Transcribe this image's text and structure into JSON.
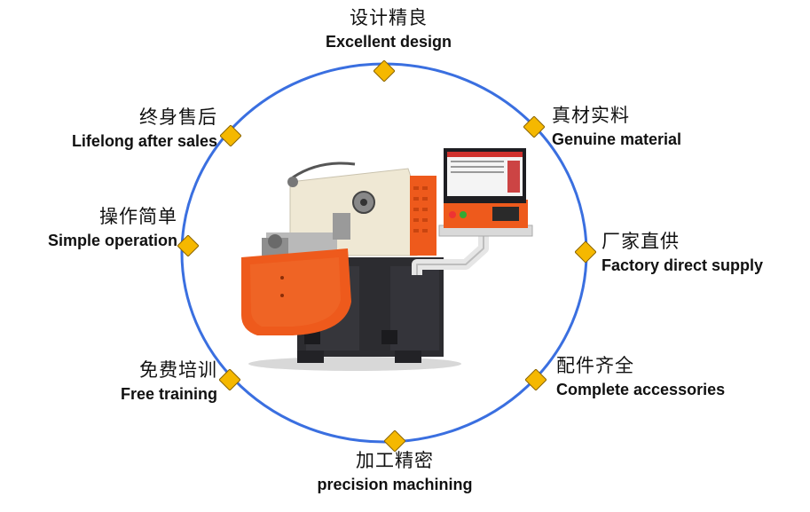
{
  "colors": {
    "ring": "#3a6fe0",
    "diamond_fill": "#f5b800",
    "diamond_stroke": "#8a6500",
    "machine_orange": "#ee5a1c",
    "machine_cream": "#efe8d4",
    "machine_dark": "#2c2c30"
  },
  "features": {
    "top": {
      "zh": "设计精良",
      "en": "Excellent design"
    },
    "top_right": {
      "zh": "真材实料",
      "en": "Genuine material"
    },
    "right": {
      "zh": "厂家直供",
      "en": "Factory direct supply"
    },
    "bottom_right": {
      "zh": "配件齐全",
      "en": "Complete accessories"
    },
    "bottom": {
      "zh": "加工精密",
      "en": "precision machining"
    },
    "bottom_left": {
      "zh": "免费培训",
      "en": "Free training"
    },
    "left": {
      "zh": "操作简单",
      "en": "Simple operation"
    },
    "top_left": {
      "zh": "终身售后",
      "en": "Lifelong after sales"
    }
  },
  "image": {
    "icon": "wire-bending-machine-icon"
  }
}
